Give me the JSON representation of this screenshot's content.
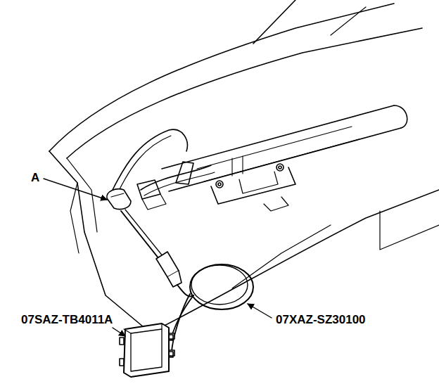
{
  "diagram": {
    "labels": [
      "A",
      "07SAZ-TB4011A",
      "07XAZ-SZ30100"
    ]
  }
}
